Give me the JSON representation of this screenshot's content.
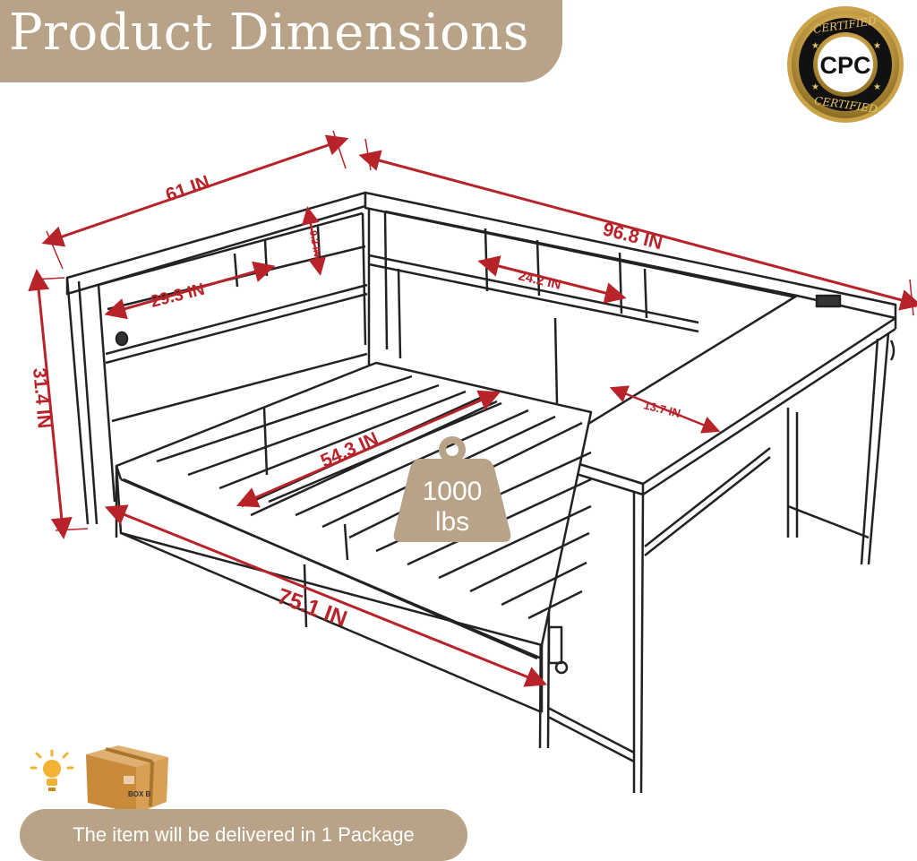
{
  "header": {
    "title": "Product Dimensions"
  },
  "badge": {
    "ring_text_top": "CERTIFIED",
    "ring_text_bottom": "CERTIFIED",
    "label": "CPC",
    "gold": "#c9a24a"
  },
  "dimensions": {
    "width_left": "61 IN",
    "length_top": "96.8 IN",
    "height": "31.4 IN",
    "shelf_left": "29.3 IN",
    "shelf_height": "9.2 IN",
    "shelf_right": "24.2 IN",
    "desk_depth": "13.7 IN",
    "slat_span": "54.3 IN",
    "bed_length": "75.1 IN"
  },
  "weight": {
    "value": "1000",
    "unit": "lbs"
  },
  "package": {
    "box_label": "BOX B",
    "text": "The item will be delivered in 1 Package"
  },
  "colors": {
    "accent": "#b8a388",
    "dimension": "#b8232a",
    "frame": "#222222"
  }
}
